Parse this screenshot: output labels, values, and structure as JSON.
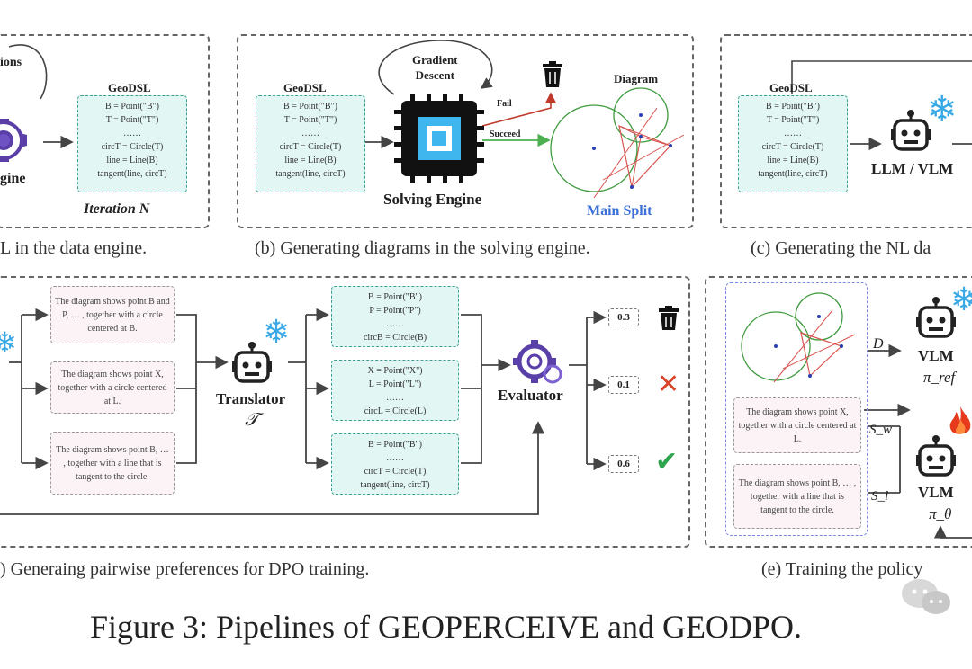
{
  "panel_a": {
    "loop_label": "ions",
    "engine_label": "gine",
    "code_title": "GeoDSL",
    "code_lines": [
      "B = Point(\"B\")",
      "T = Point(\"T\")",
      "……",
      "circT = Circle(T)",
      "line = Line(B)",
      "tangent(line, circT)"
    ],
    "iteration_label": "Iteration N",
    "caption": "L in the data engine."
  },
  "panel_b": {
    "code_title": "GeoDSL",
    "code_lines": [
      "B = Point(\"B\")",
      "T = Point(\"T\")",
      "……",
      "circT = Circle(T)",
      "line = Line(B)",
      "tangent(line, circT)"
    ],
    "gradient_label": "Gradient\nDescent",
    "fail_label": "Fail",
    "succeed_label": "Succeed",
    "diagram_label": "Diagram",
    "engine_label": "Solving Engine",
    "split_label": "Main Split",
    "caption": "(b) Generating diagrams in the solving engine."
  },
  "panel_c": {
    "code_title": "GeoDSL",
    "code_lines": [
      "B = Point(\"B\")",
      "T = Point(\"T\")",
      "……",
      "circT = Circle(T)",
      "line = Line(B)",
      "tangent(line, circT)"
    ],
    "model_label": "LLM / VLM",
    "caption": "(c) Generating the NL da"
  },
  "panel_d": {
    "nl_texts": [
      "The diagram shows point B and P, … , together with a circle centered at B.",
      "The diagram shows point X, together with a circle centered at L.",
      "The diagram shows point B, … , together with a line that is tangent to the circle."
    ],
    "translator_label": "Translator",
    "translator_symbol": "𝒯",
    "code_blocks": [
      [
        "B = Point(\"B\")",
        "P = Point(\"P\")",
        "……",
        "circB = Circle(B)"
      ],
      [
        "X = Point(\"X\")",
        "L = Point(\"L\")",
        "……",
        "circL = Circle(L)"
      ],
      [
        "B = Point(\"B\")",
        "……",
        "circT = Circle(T)",
        "tangent(line, circT)"
      ]
    ],
    "evaluator_label": "Evaluator",
    "scores": [
      "0.3",
      "0.1",
      "0.6"
    ],
    "caption": ") Generaing pairwise preferences for DPO training."
  },
  "panel_e": {
    "nl_texts": [
      "The diagram shows point X, together with a circle centered at L.",
      "The diagram shows point B, … , together with a line that is tangent to the circle."
    ],
    "d_label": "D",
    "sw_label": "S_w",
    "sl_label": "S_l",
    "vlm_label": "VLM",
    "ref_label": "π_ref",
    "theta_label": "π_θ",
    "caption": "(e) Training the policy"
  },
  "figure_caption": "Figure 3: Pipelines of GEOPERCEIVE and GEODPO.",
  "colors": {
    "code_bg": "#e2f6f4",
    "code_border": "#39a08f",
    "fail": "#c0392b",
    "succeed": "#4caf50",
    "split": "#3c6fd8",
    "gear": "#5b3fa8",
    "snow": "#39a9e6",
    "fire": "#e53a1c"
  }
}
